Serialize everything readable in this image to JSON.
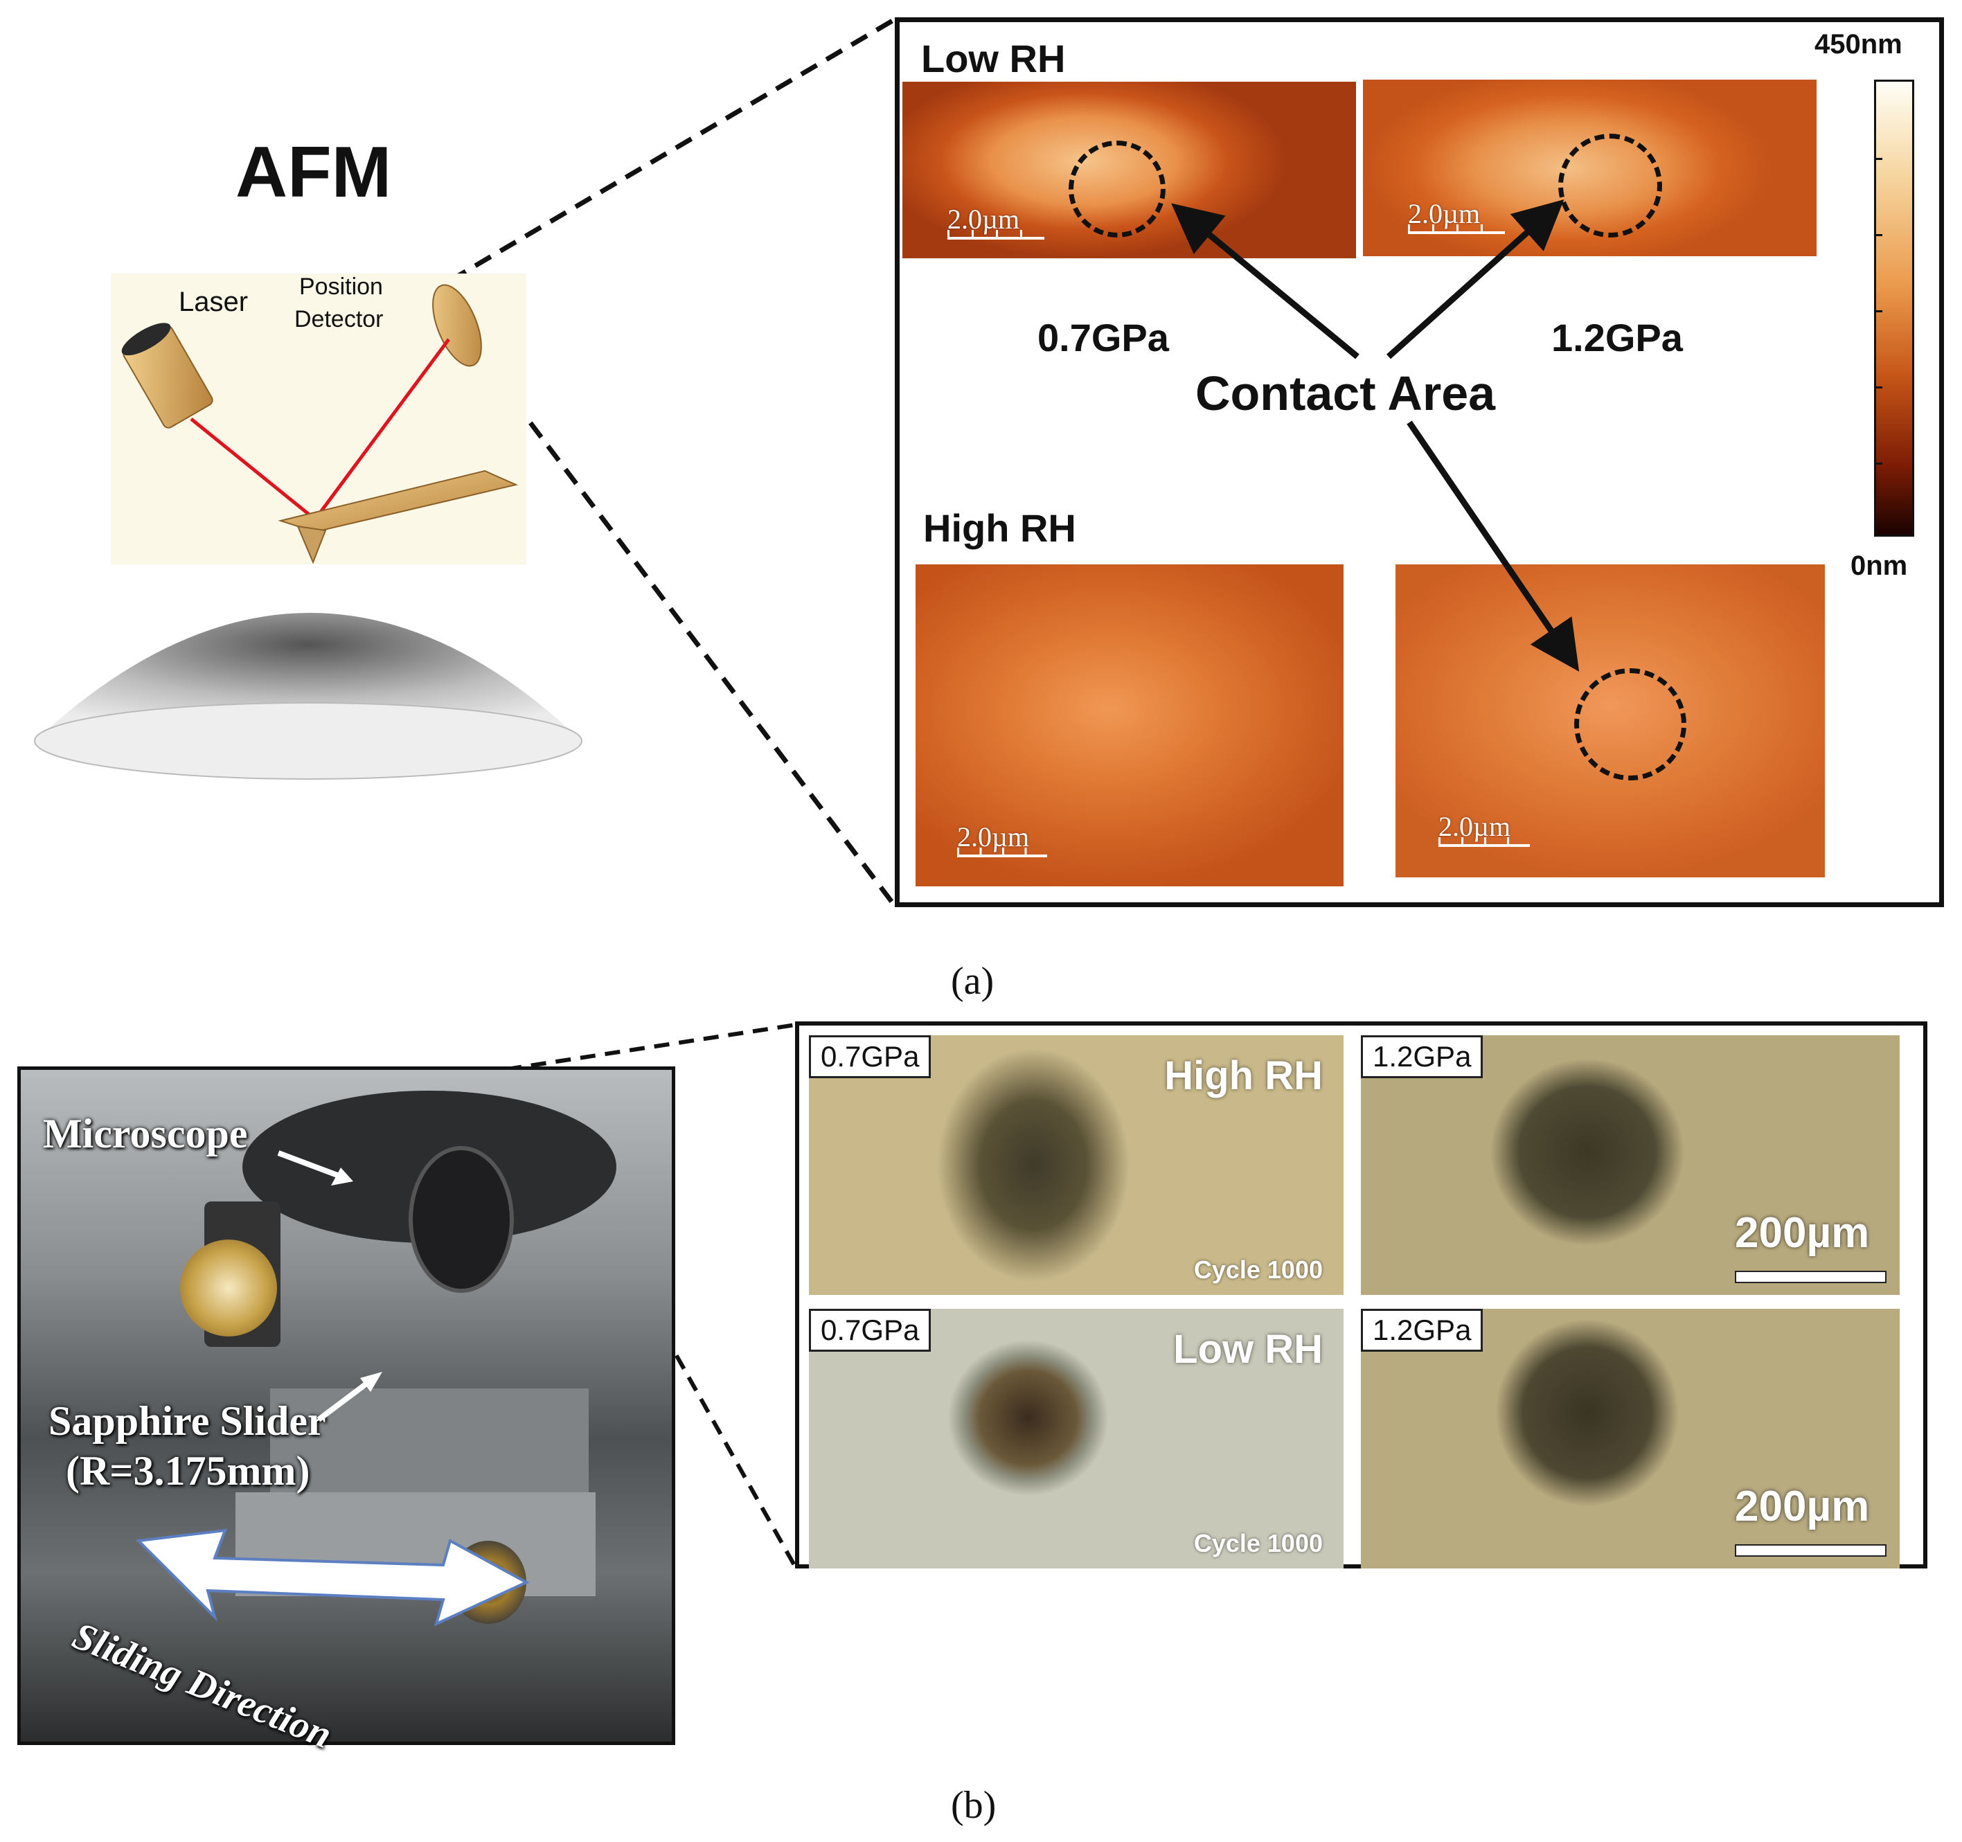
{
  "panel_a": {
    "title": "AFM",
    "laser_label": "Laser",
    "detector_label_line1": "Position",
    "detector_label_line2": "Detector",
    "low_rh_label": "Low RH",
    "high_rh_label": "High RH",
    "pressure_left": "0.7GPa",
    "pressure_right": "1.2GPa",
    "contact_area_label": "Contact Area",
    "scale_text": "2.0µm",
    "colorbar_max": "450nm",
    "colorbar_min": "0nm",
    "caption": "(a)"
  },
  "panel_b": {
    "microscope_label": "Microscope",
    "slider_label_line1": "Sapphire Slider",
    "slider_label_line2": "(R=3.175mm)",
    "sliding_label": "Sliding Direction",
    "high_rh_label": "High RH",
    "low_rh_label": "Low RH",
    "pressure_left": "0.7GPa",
    "pressure_right": "1.2GPa",
    "cycle_text": "Cycle 1000",
    "scale_text": "200µm",
    "caption": "(b)"
  },
  "colors": {
    "laser": "#e0141e",
    "afm_orange": "#d4621a",
    "micro_bg": "#c9b98a",
    "frame": "#111111"
  }
}
